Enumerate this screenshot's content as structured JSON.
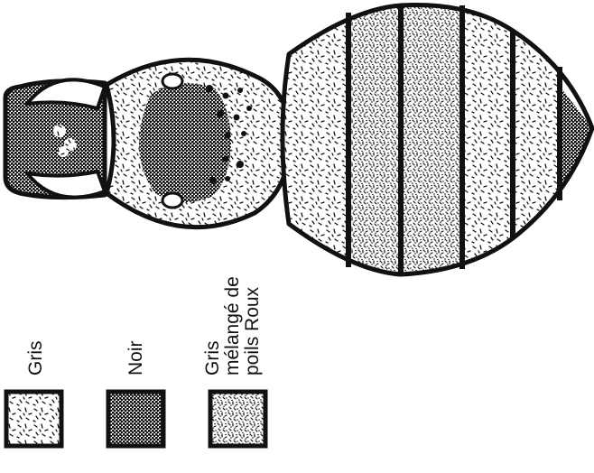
{
  "legend": {
    "items": [
      {
        "label": "Gris",
        "pattern": "gris-pattern"
      },
      {
        "label": "Noir",
        "pattern": "noir-pattern"
      },
      {
        "label_lines": [
          "Gris",
          "mélangé de",
          "poils Roux"
        ],
        "pattern": "gris-roux-pattern"
      }
    ]
  },
  "colors": {
    "ink": "#111111",
    "paper": "#ffffff"
  }
}
